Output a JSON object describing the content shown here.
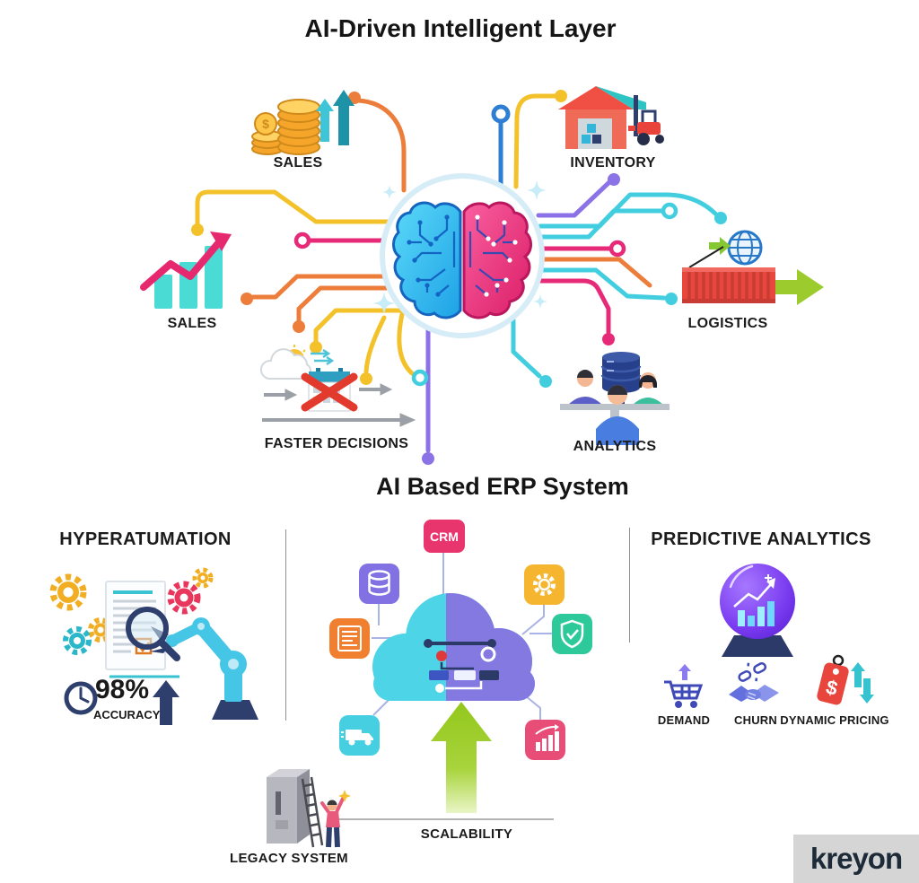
{
  "colors": {
    "yellow": "#f3c22b",
    "orange": "#ec7d3a",
    "pink": "#e62a78",
    "cyan": "#43cee0",
    "purple": "#8b72e6",
    "blue": "#2e7fd4",
    "green": "#9ccb2d",
    "navy": "#2e3f6e",
    "brain_left": "#2fb9ef",
    "brain_right": "#ee2f7b",
    "cloud_left": "#4dd4e6",
    "cloud_right": "#8379e0",
    "crm_box": "#e8356d"
  },
  "top_section": {
    "title": "AI-Driven Intelligent Layer",
    "labels": {
      "sales_coins": "SALES",
      "inventory": "INVENTORY",
      "sales_chart": "SALES",
      "logistics": "LOGISTICS",
      "faster_decisions": "FASTER DECISIONS",
      "analytics": "ANALYTICS"
    }
  },
  "bottom_section": {
    "title": "AI Based ERP System",
    "hyperautomation": {
      "heading": "HYPERATUMATION",
      "accuracy_value": "98%",
      "accuracy_label": "ACCURACY"
    },
    "erp_cloud": {
      "crm_label": "CRM",
      "scalability_label": "SCALABILITY",
      "legacy_label": "LEGACY SYSTEM"
    },
    "predictive": {
      "heading": "PREDICTIVE ANALYTICS",
      "items": [
        {
          "label": "DEMAND"
        },
        {
          "label": "CHURN"
        },
        {
          "label": "DYNAMIC PRICING"
        }
      ]
    }
  },
  "icons": {
    "coin_symbol": "$",
    "price_tag_symbol": "$"
  },
  "branding": {
    "logo_text": "kreyon"
  }
}
